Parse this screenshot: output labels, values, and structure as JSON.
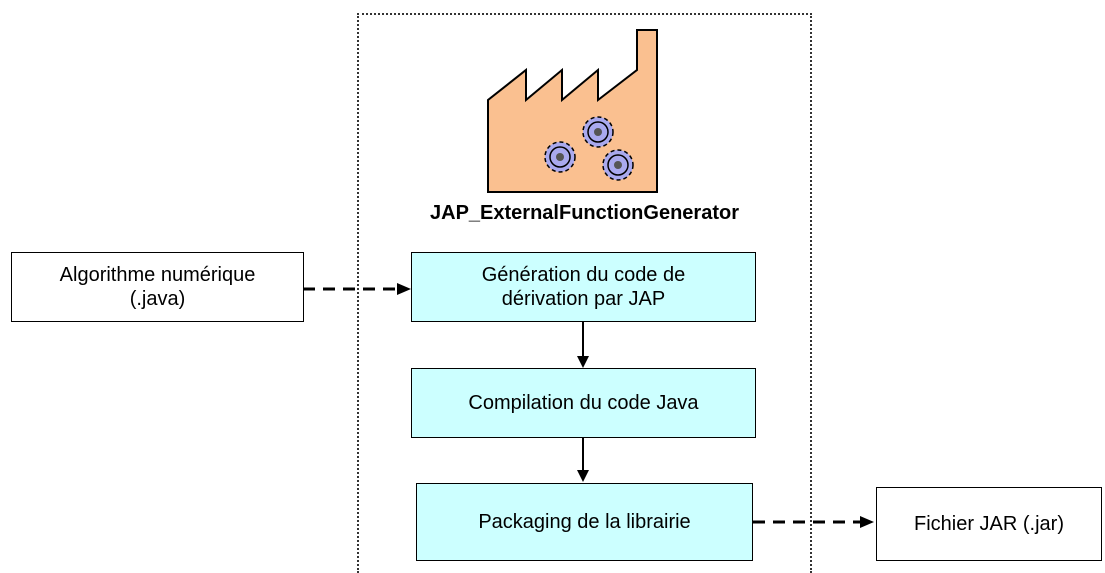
{
  "diagram": {
    "title": "JAP_ExternalFunctionGenerator",
    "input": {
      "line1": "Algorithme numérique",
      "line2": "(.java)"
    },
    "steps": [
      {
        "line1": "Génération du code de",
        "line2": "dérivation par JAP"
      },
      {
        "line1": "Compilation du code Java",
        "line2": ""
      },
      {
        "line1": "Packaging de la librairie",
        "line2": ""
      }
    ],
    "output": {
      "line1": "Fichier JAR (.jar)"
    },
    "icon": "factory-gears-icon",
    "colors": {
      "step_fill": "#ccffff",
      "factory_fill": "#fac090",
      "gear_fill": "#a9a9ee"
    }
  }
}
